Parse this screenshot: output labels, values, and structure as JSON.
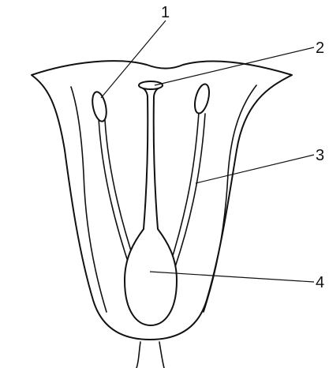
{
  "labels": [
    "1",
    "2",
    "3",
    "4"
  ],
  "stroke_color": "#111111",
  "background_color": "#ffffff"
}
